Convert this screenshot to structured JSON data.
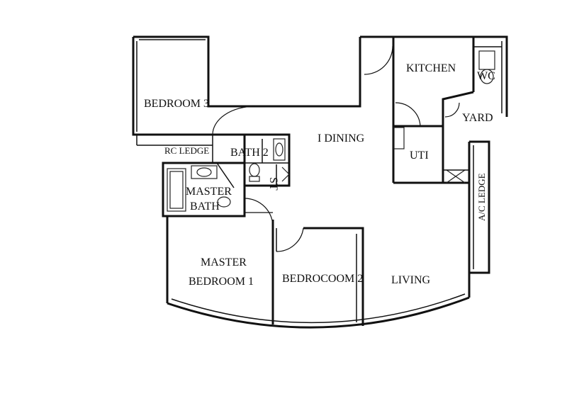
{
  "plan": {
    "title": "Apartment floor plan",
    "rooms": {
      "bedroom3": "BEDROOM 3",
      "rc_ledge": "RC LEDGE",
      "bath2": "BATH 2",
      "st": "ST",
      "master_bath_line1": "MASTER",
      "master_bath_line2": "BATH",
      "master_bedroom_line1": "MASTER",
      "master_bedroom_line2": "BEDROOM 1",
      "bedroom2": "BEDROCOOM 2",
      "living": "LIVING",
      "dining": "I DINING",
      "kitchen": "KITCHEN",
      "wc": "WC",
      "yard": "YARD",
      "uti": "UTI",
      "ac_ledge": "A/C LEDGE"
    }
  }
}
